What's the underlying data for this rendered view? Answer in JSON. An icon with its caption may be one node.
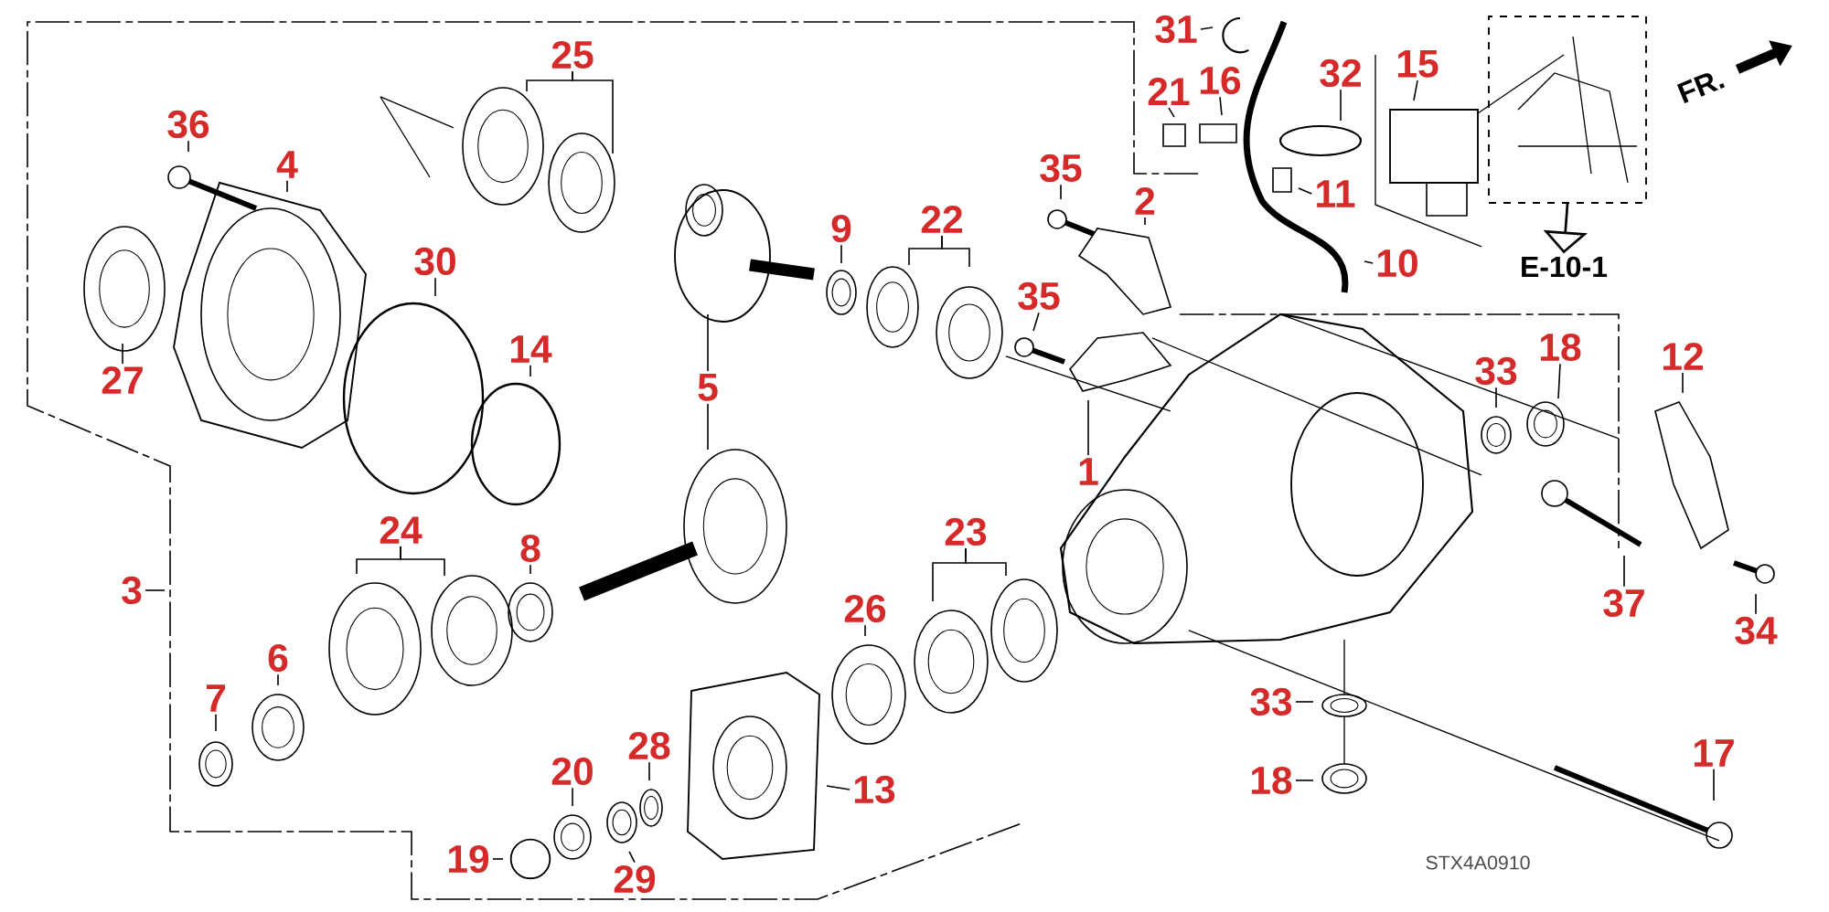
{
  "diagram": {
    "nodes": [
      {
        "text": [
          "36"
        ]
      },
      {
        "text": [
          "4"
        ]
      },
      {
        "text": [
          "25"
        ]
      },
      {
        "text": [
          "27"
        ]
      },
      {
        "text": [
          "30"
        ]
      },
      {
        "text": [
          "14"
        ]
      },
      {
        "text": [
          "5"
        ]
      },
      {
        "text": [
          "9"
        ]
      },
      {
        "text": [
          "22"
        ]
      },
      {
        "text": [
          "35"
        ]
      },
      {
        "text": [
          "2"
        ]
      },
      {
        "text": [
          "35"
        ]
      },
      {
        "text": [
          "1"
        ]
      },
      {
        "text": [
          "31"
        ]
      },
      {
        "text": [
          "21"
        ]
      },
      {
        "text": [
          "16"
        ]
      },
      {
        "text": [
          "32"
        ]
      },
      {
        "text": [
          "15"
        ]
      },
      {
        "text": [
          "11"
        ]
      },
      {
        "text": [
          "10"
        ]
      },
      {
        "text": [
          "E-10-1"
        ]
      },
      {
        "text": [
          "33"
        ]
      },
      {
        "text": [
          "18"
        ]
      },
      {
        "text": [
          "12"
        ]
      },
      {
        "text": [
          "37"
        ]
      },
      {
        "text": [
          "34"
        ]
      },
      {
        "text": [
          "3"
        ]
      },
      {
        "text": [
          "24"
        ]
      },
      {
        "text": [
          "8"
        ]
      },
      {
        "text": [
          "6"
        ]
      },
      {
        "text": [
          "7"
        ]
      },
      {
        "text": [
          "26"
        ]
      },
      {
        "text": [
          "23"
        ]
      },
      {
        "text": [
          "13"
        ]
      },
      {
        "text": [
          "33"
        ]
      },
      {
        "text": [
          "18"
        ]
      },
      {
        "text": [
          "20"
        ]
      },
      {
        "text": [
          "28"
        ]
      },
      {
        "text": [
          "19"
        ]
      },
      {
        "text": [
          "29"
        ]
      },
      {
        "text": [
          "17"
        ]
      },
      {
        "text": [],
        "shape": "picture"
      }
    ],
    "edges": [
      {
        "from": 0,
        "to": null,
        "arrow": "none"
      },
      {
        "from": 1,
        "to": null,
        "arrow": "none"
      },
      {
        "from": 2,
        "to": null,
        "arrow": "none"
      },
      {
        "from": 2,
        "to": null,
        "arrow": "none"
      },
      {
        "from": 3,
        "to": null,
        "arrow": "none"
      },
      {
        "from": 4,
        "to": null,
        "arrow": "none"
      },
      {
        "from": 5,
        "to": null,
        "arrow": "none"
      },
      {
        "from": 6,
        "to": null,
        "arrow": "none"
      },
      {
        "from": 6,
        "to": null,
        "arrow": "none"
      },
      {
        "from": 7,
        "to": null,
        "arrow": "none"
      },
      {
        "from": 8,
        "to": null,
        "arrow": "none"
      },
      {
        "from": 8,
        "to": null,
        "arrow": "none"
      },
      {
        "from": 9,
        "to": null,
        "arrow": "none"
      },
      {
        "from": 10,
        "to": null,
        "arrow": "none"
      },
      {
        "from": 11,
        "to": null,
        "arrow": "none"
      },
      {
        "from": 12,
        "to": null,
        "arrow": "none"
      },
      {
        "from": 13,
        "to": null,
        "arrow": "none"
      },
      {
        "from": 14,
        "to": null,
        "arrow": "none"
      },
      {
        "from": 15,
        "to": null,
        "arrow": "none"
      },
      {
        "from": 16,
        "to": null,
        "arrow": "none"
      },
      {
        "from": 17,
        "to": null,
        "arrow": "none"
      },
      {
        "from": 18,
        "to": null,
        "arrow": "none"
      },
      {
        "from": 19,
        "to": null,
        "arrow": "none"
      },
      {
        "from": 21,
        "to": null,
        "arrow": "none"
      },
      {
        "from": 22,
        "to": null,
        "arrow": "none"
      },
      {
        "from": 23,
        "to": null,
        "arrow": "none"
      },
      {
        "from": 24,
        "to": null,
        "arrow": "none"
      },
      {
        "from": 25,
        "to": null,
        "arrow": "none"
      },
      {
        "from": 26,
        "to": null,
        "arrow": "none"
      },
      {
        "from": 27,
        "to": null,
        "arrow": "none"
      },
      {
        "from": 27,
        "to": null,
        "arrow": "none"
      },
      {
        "from": 28,
        "to": null,
        "arrow": "none"
      },
      {
        "from": 29,
        "to": null,
        "arrow": "none"
      },
      {
        "from": 30,
        "to": null,
        "arrow": "none"
      },
      {
        "from": 31,
        "to": null,
        "arrow": "none"
      },
      {
        "from": 32,
        "to": null,
        "arrow": "none"
      },
      {
        "from": 32,
        "to": null,
        "arrow": "none"
      },
      {
        "from": 33,
        "to": null,
        "arrow": "none"
      },
      {
        "from": 34,
        "to": null,
        "arrow": "none"
      },
      {
        "from": 35,
        "to": null,
        "arrow": "none"
      },
      {
        "from": 36,
        "to": null,
        "arrow": "none"
      },
      {
        "from": 37,
        "to": null,
        "arrow": "none"
      },
      {
        "from": 38,
        "to": null,
        "arrow": "none"
      },
      {
        "from": 39,
        "to": null,
        "arrow": "none"
      },
      {
        "from": 40,
        "to": null,
        "arrow": "none"
      },
      {
        "from": 41,
        "to": 20,
        "arrow": "to"
      }
    ],
    "labels": [
      "FR.",
      "STX4A0910"
    ]
  }
}
